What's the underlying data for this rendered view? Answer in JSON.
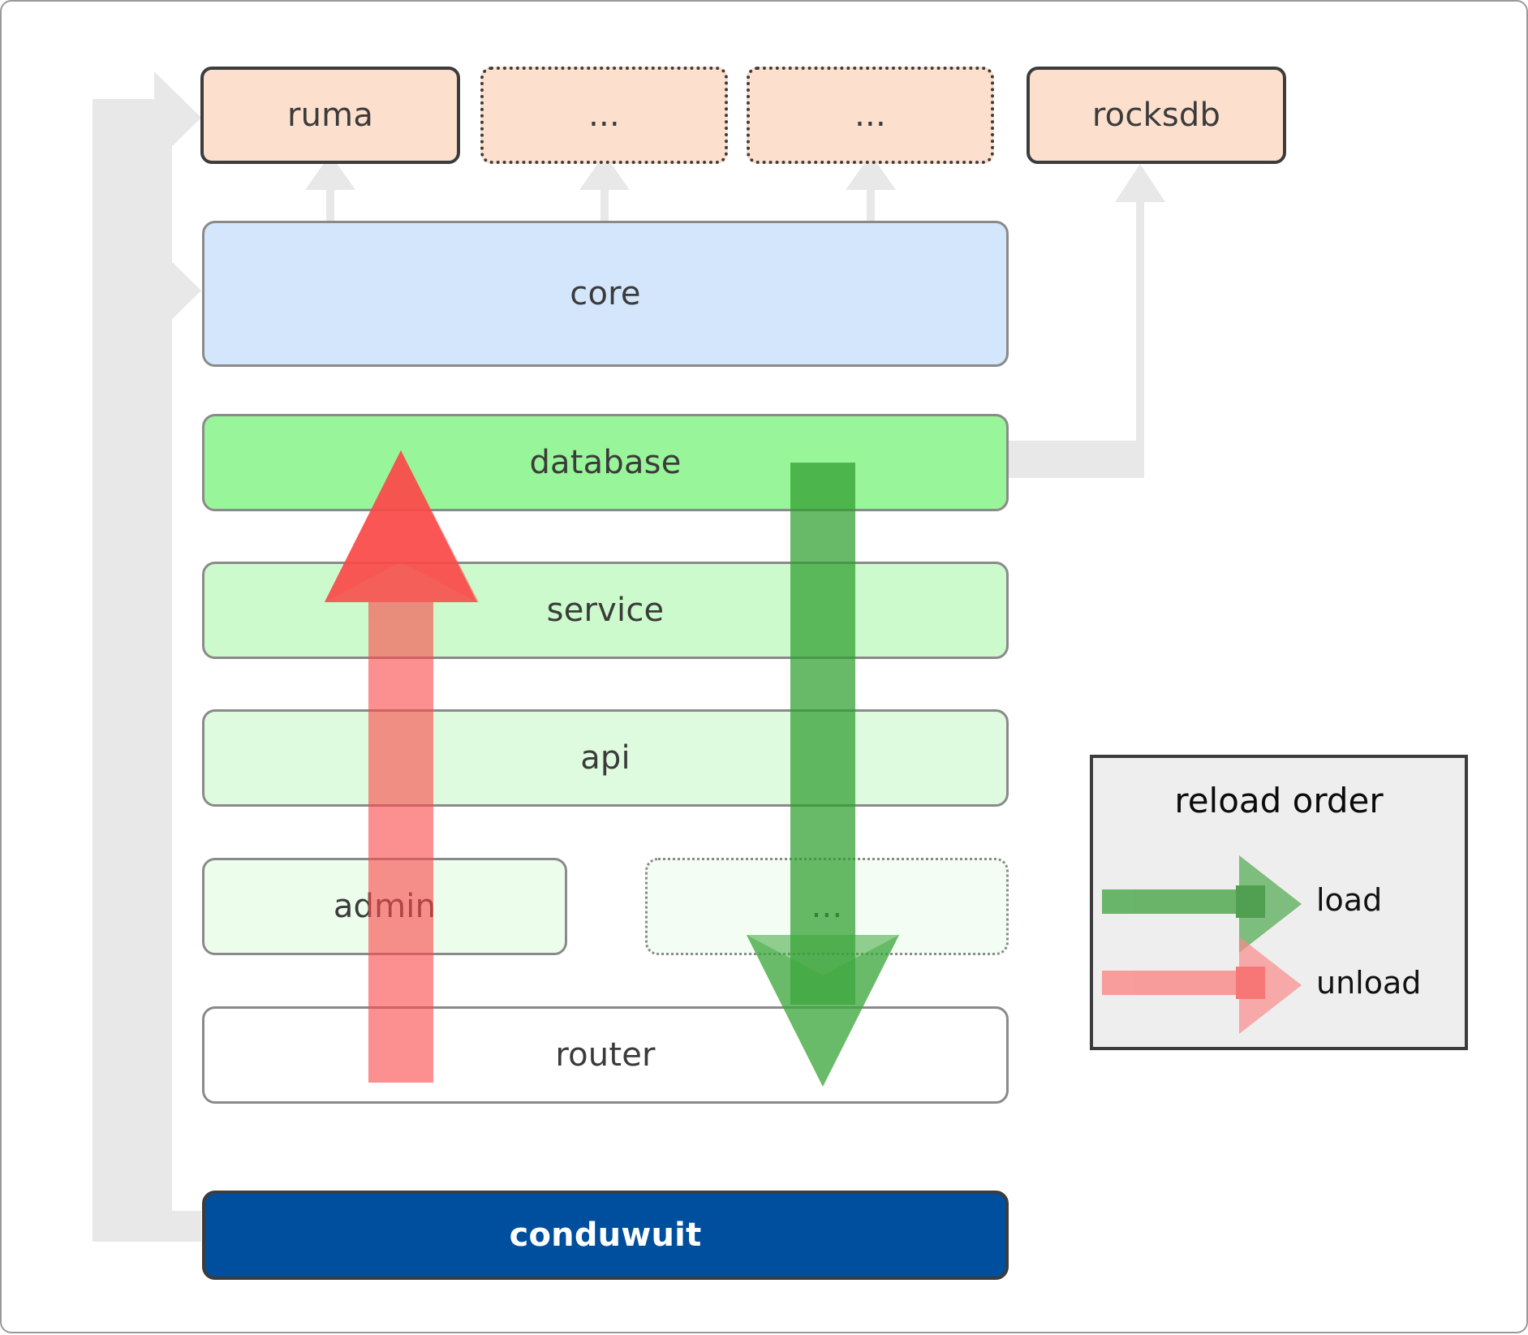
{
  "diagram": {
    "title": "conduwuit crate architecture / reload order",
    "nodes": {
      "ruma": {
        "label": "ruma",
        "style": "solid-dark",
        "fill": "#fce0cd"
      },
      "dots_top1": {
        "label": "...",
        "style": "dotted-dark",
        "fill": "#fce0cd"
      },
      "dots_top2": {
        "label": "...",
        "style": "dotted-dark",
        "fill": "#fce0cd"
      },
      "rocksdb": {
        "label": "rocksdb",
        "style": "solid-dark",
        "fill": "#fce0cd"
      },
      "core": {
        "label": "core",
        "style": "solid-gray",
        "fill": "#d4e6fb"
      },
      "database": {
        "label": "database",
        "style": "solid-gray",
        "fill": "#99f599"
      },
      "service": {
        "label": "service",
        "style": "solid-gray",
        "fill": "#ccfacc"
      },
      "api": {
        "label": "api",
        "style": "solid-gray",
        "fill": "#dffbdf"
      },
      "admin": {
        "label": "admin",
        "style": "solid-gray",
        "fill": "#ecfdec"
      },
      "dots_mid": {
        "label": "...",
        "style": "dotted-gray",
        "fill": "#f3fdf3"
      },
      "router": {
        "label": "router",
        "style": "solid-gray",
        "fill": "#ffffff"
      },
      "conduwuit": {
        "label": "conduwuit",
        "style": "solid-dark",
        "fill": "#004f9e"
      }
    },
    "legend": {
      "title": "reload order",
      "entries": [
        {
          "label": "load",
          "color": "#5cb85c"
        },
        {
          "label": "unload",
          "color": "#fa8a8a"
        }
      ]
    },
    "colors": {
      "external_fill": "#fce0cd",
      "core_fill": "#d4e6fb",
      "database_fill": "#99f599",
      "conduwuit_fill": "#004f9e",
      "connector_gray": "#e8e8e8",
      "load_green": "#5cb85c",
      "unload_red": "#fa8a8a",
      "legend_bg": "#eeeeee"
    }
  }
}
